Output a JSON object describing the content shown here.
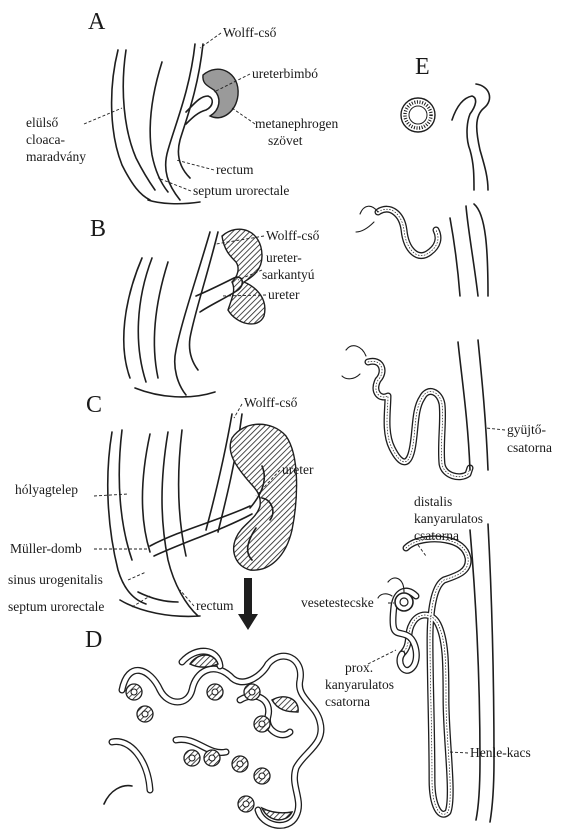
{
  "panels": {
    "A": {
      "letter": "A",
      "wolff": "Wolff-cső",
      "ureterbimbo": "ureterbimbó",
      "metanephrogen_1": "metanephrogen",
      "metanephrogen_2": "szövet",
      "elulso_1": "elülső",
      "elulso_2": "cloaca-",
      "elulso_3": "maradvány",
      "rectum": "rectum",
      "septum": "septum urorectale"
    },
    "B": {
      "letter": "B",
      "wolff": "Wolff-cső",
      "sarkantyu_1": "ureter-",
      "sarkantyu_2": "sarkantyú",
      "ureter": "ureter"
    },
    "C": {
      "letter": "C",
      "wolff": "Wolff-cső",
      "ureter": "ureter",
      "holyag": "hólyagtelep",
      "muller": "Müller-domb",
      "sinus": "sinus urogenitalis",
      "septum": "septum urorectale",
      "rectum": "rectum"
    },
    "D": {
      "letter": "D"
    },
    "E": {
      "letter": "E",
      "gyujto_1": "gyüjtő-",
      "gyujto_2": "csatorna",
      "distalis_1": "distalis",
      "distalis_2": "kanyarulatos",
      "distalis_3": "csatorna",
      "vesetest": "vesetestecske",
      "prox_1": "prox.",
      "prox_2": "kanyarulatos",
      "prox_3": "csatorna",
      "henle": "Henle-kacs"
    }
  },
  "colors": {
    "ink": "#1e1e1e",
    "bud_fill": "#9a9a9a",
    "background": "#ffffff"
  }
}
